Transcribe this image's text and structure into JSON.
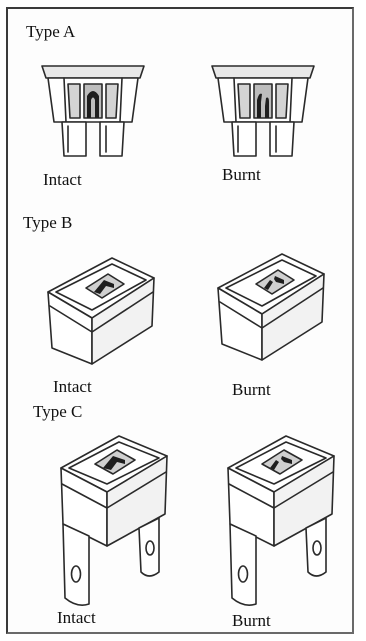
{
  "sections": [
    {
      "title": "Type A",
      "left": {
        "caption": "Intact",
        "state": "intact"
      },
      "right": {
        "caption": "Burnt",
        "state": "burnt"
      }
    },
    {
      "title": "Type B",
      "left": {
        "caption": "Intact",
        "state": "intact"
      },
      "right": {
        "caption": "Burnt",
        "state": "burnt"
      }
    },
    {
      "title": "Type C",
      "left": {
        "caption": "Intact",
        "state": "intact"
      },
      "right": {
        "caption": "Burnt",
        "state": "burnt"
      }
    }
  ],
  "icons": [
    "blade-fuse-icon",
    "cartridge-fuse-icon",
    "bolt-in-fuse-icon"
  ],
  "colors": {
    "ink": "#2a2a2a",
    "fill": "#ffffff",
    "shade": "#cfcfcf",
    "dark": "#1e1e1e"
  }
}
